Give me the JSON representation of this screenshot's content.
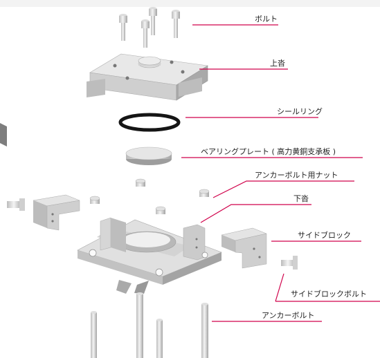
{
  "labels": {
    "bolt": "ボルト",
    "upper_shoe": "上沓",
    "seal_ring": "シールリング",
    "bearing_plate": "ベアリングプレート ( 高力黄銅支承板 )",
    "anchor_nut": "アンカーボルト用ナット",
    "lower_shoe": "下沓",
    "side_block": "サイドブロック",
    "side_block_bolt": "サイドブロックボルト",
    "anchor_bolt": "アンカーボルト"
  },
  "colors": {
    "leader_line": "#d0004a",
    "part_light": "#e6e6e6",
    "part_mid": "#c4c4c4",
    "part_dark": "#8e8e8e",
    "seal_ring": "#151515"
  }
}
